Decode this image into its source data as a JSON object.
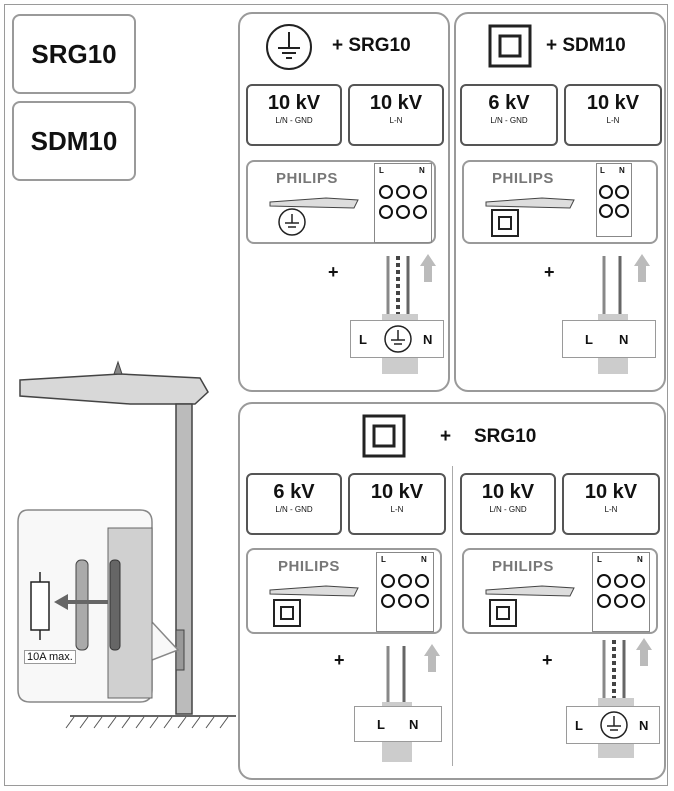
{
  "tags": {
    "srg": "SRG10",
    "sdm": "SDM10"
  },
  "panel_a": {
    "title": "+ SRG10",
    "kv1": {
      "value": "10 kV",
      "sub": "L/N - GND"
    },
    "kv2": {
      "value": "10 kV",
      "sub": "L-N"
    },
    "brand": "PHILIPS",
    "term_l": "L",
    "term_n": "N",
    "plus": "+",
    "conn_l": "L",
    "conn_n": "N"
  },
  "panel_b": {
    "title": "+ SDM10",
    "kv1": {
      "value": "6 kV",
      "sub": "L/N - GND"
    },
    "kv2": {
      "value": "10 kV",
      "sub": "L-N"
    },
    "brand": "PHILIPS",
    "term_l": "L",
    "term_n": "N",
    "plus": "+",
    "conn_l": "L",
    "conn_n": "N"
  },
  "panel_c": {
    "plus_word": "+",
    "title": "SRG10",
    "left": {
      "kv1": {
        "value": "6 kV",
        "sub": "L/N - GND"
      },
      "kv2": {
        "value": "10 kV",
        "sub": "L-N"
      },
      "brand": "PHILIPS",
      "term_l": "L",
      "term_n": "N",
      "plus": "+",
      "conn_l": "L",
      "conn_n": "N"
    },
    "right": {
      "kv1": {
        "value": "10 kV",
        "sub": "L/N - GND"
      },
      "kv2": {
        "value": "10 kV",
        "sub": "L-N"
      },
      "brand": "PHILIPS",
      "term_l": "L",
      "term_n": "N",
      "plus": "+",
      "conn_l": "L",
      "conn_n": "N"
    }
  },
  "fuse_caption": "10A max.",
  "icons": [
    "earth-ground-icon",
    "double-insulation-icon",
    "arrow-up-icon",
    "fuse-icon",
    "arrow-left-icon"
  ],
  "colors": {
    "frame": "#9a9a9a",
    "pole": "#bbbbbb",
    "text": "#111111"
  }
}
